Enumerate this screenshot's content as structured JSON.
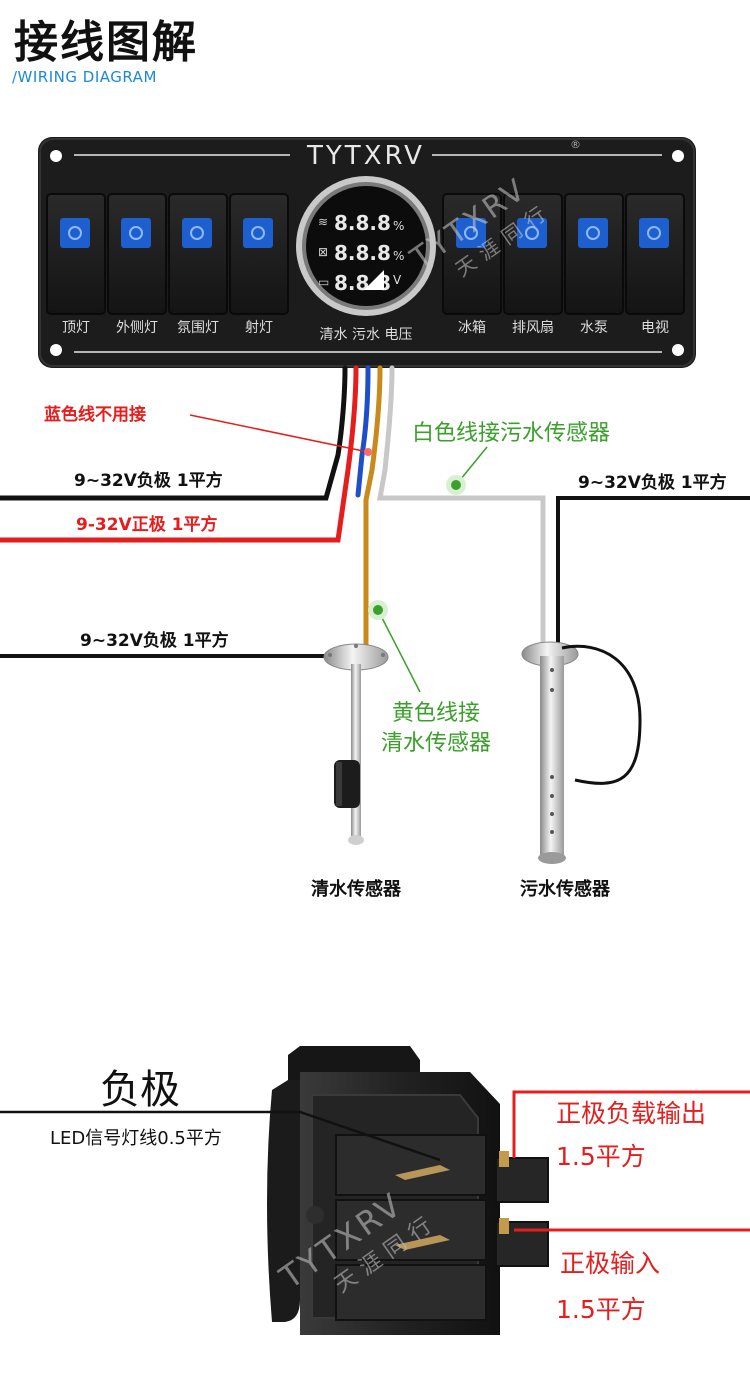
{
  "header": {
    "title": "接线图解",
    "subtitle": "/WIRING DIAGRAM"
  },
  "panel": {
    "brand": "TYTXRV",
    "left_switches": [
      "顶灯",
      "外侧灯",
      "氛围灯",
      "射灯"
    ],
    "right_switches": [
      "冰箱",
      "排风扇",
      "水泵",
      "电视"
    ],
    "gauge_label": "清水 污水 电压",
    "gauge_readings": [
      "8.8.8",
      "8.8.8",
      "8.8.8"
    ],
    "gauge_units": [
      "%",
      "%",
      "V"
    ]
  },
  "watermark": {
    "brand": "TYTXRV",
    "chinese": "天涯同行"
  },
  "wiring": {
    "blue_wire_note": "蓝色线不用接",
    "white_wire_note": "白色线接污水传感器",
    "negative_left_top": "9~32V负极 1平方",
    "positive_left": "9-32V正极 1平方",
    "negative_right": "9~32V负极 1平方",
    "negative_left_middle": "9~32V负极 1平方",
    "yellow_wire_note_line1": "黄色线接",
    "yellow_wire_note_line2": "清水传感器"
  },
  "sensors": {
    "clean_water": "清水传感器",
    "waste_water": "污水传感器"
  },
  "switch": {
    "negative_title": "负极",
    "led_wire": "LED信号灯线0.5平方",
    "output_line1": "正极负载输出",
    "output_line2": "1.5平方",
    "input_line1": "正极输入",
    "input_line2": "1.5平方"
  },
  "colors": {
    "panel": "#1c1c1c",
    "switch_lens": "#1e5fd0",
    "red_wire": "#e51d1d",
    "black_wire": "#111111",
    "yellow_wire": "#c88a1a",
    "blue_wire": "#1f4fc8",
    "white_wire": "#c8c8c8",
    "green_marker": "#3aa02b"
  }
}
